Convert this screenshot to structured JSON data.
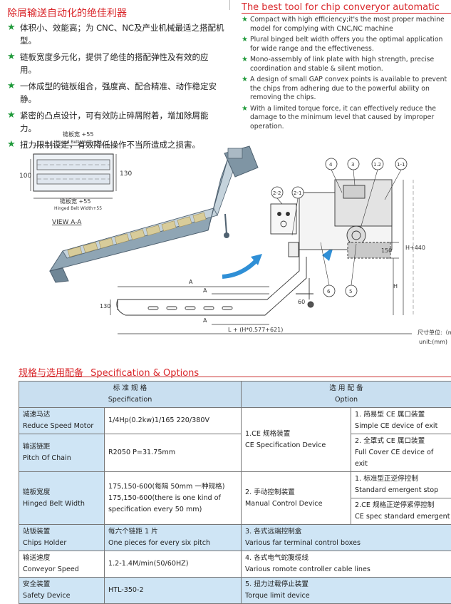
{
  "header": {
    "cn_title": "除屑输送自动化的绝佳利器",
    "en_title": "The best tool for chip converyor automatic"
  },
  "cn_features": [
    "体积小、效能高；为 CNC、NC及产业机械最适之搭配机型。",
    "链板宽度多元化，提供了绝佳的搭配弹性及有效的应用。",
    "一体成型的链板组合，强度高、配合精准、动作稳定安静。",
    "紧密的凸点设计，可有效防止碎屑附着，增加除屑能力。",
    "扭力限制设定，有效降低操作不当所造成之损害。"
  ],
  "en_features": [
    "Compact with high efficiency;it's the most proper machine model for complying with CNC,NC machine",
    "Plural binged belt width offers you the optimal application for wide range and the effectiveness.",
    "Mono-assembly of link plate with high strength, precise coordination and stable & silent motion.",
    "A design of small GAP convex points is available to prevent the chips from adhering due to the powerful ability on removing the chips.",
    "With a limited torque force, it can effectively reduce the damage to the minimum level that caused by improper operation."
  ],
  "diagram": {
    "top_label_cn": "链板宽 +55",
    "top_label_en": "Hinged Belt Width+55",
    "bottom_label_cn": "链板宽 +55",
    "bottom_label_en": "Hinged Belt Width+55",
    "dim_100": "100",
    "dim_130": "130",
    "view_label": "VIEW A-A",
    "dim_130b": "130",
    "dim_A": "A",
    "dim_60": "60",
    "dim_150": "150",
    "dim_H440": "H+440",
    "dim_H": "H",
    "dim_L": "L + (H*0.577+621)",
    "unit_cn": "尺寸单位:（mm)",
    "unit_en": "unit:(mm)",
    "callouts": [
      "2-2",
      "2-1",
      "4",
      "3",
      "1.2",
      "1-1",
      "6",
      "5"
    ]
  },
  "spec_section": {
    "title_cn": "规格与选用配备",
    "title_en": "Specification & Options",
    "head_spec_cn": "标 准 规 格",
    "head_spec_en": "Specification",
    "head_opt_cn": "选 用 配 备",
    "head_opt_en": "Option",
    "rows": [
      {
        "label_cn": "减速马达",
        "label_en": "Reduce Speed Motor",
        "value": "1/4Hp(0.2kw)1/165 220/380V"
      },
      {
        "label_cn": "输送链距",
        "label_en": "Pitch Of Chain",
        "value": "R2050 P=31.75mm"
      },
      {
        "label_cn": "链板宽度",
        "label_en": "Hinged Belt Width",
        "value": "175,150-600(每隔 50mm 一种规格)\n175,150-600(there is one kind of\nspecification every 50 mm)"
      },
      {
        "label_cn": "站钣装置",
        "label_en": "Chips Holder",
        "value_cn": "每六个链距 1 片",
        "value_en": "One pieces for every six pitch"
      },
      {
        "label_cn": "输送速度",
        "label_en": "Conveyor Speed",
        "value": "1.2-1.4M/min(50/60HZ)"
      },
      {
        "label_cn": "安全装置",
        "label_en": "Safety Device",
        "value": "HTL-350-2"
      }
    ],
    "options": {
      "ce_cn": "1.CE 规格装置",
      "ce_en": "CE Specification Device",
      "ce_sub1_cn": "1. 简易型 CE 属口装置",
      "ce_sub1_en": "Simple CE device of exit",
      "ce_sub2_cn": "2. 全罩式 CE 属口装置",
      "ce_sub2_en": "Full Cover CE device of exit",
      "manual_cn": "2. 手动控制装置",
      "manual_en": "Manual Control Device",
      "manual_sub1_cn": "1. 标准型正逆停控制",
      "manual_sub1_en": "Standard emergent stop",
      "manual_sub2_cn": "2.CE 规格正逆停紧停控制",
      "manual_sub2_en": "CE spec standard emergent",
      "opt3_cn": "3. 各式远端控制盒",
      "opt3_en": "Various far terminal control boxes",
      "opt4_cn": "4. 各式电气蛇腹缆线",
      "opt4_en": "Various romote controller cable lines",
      "opt5_cn": "5. 扭力过载停止装置",
      "opt5_en": "Torque limit device"
    }
  }
}
